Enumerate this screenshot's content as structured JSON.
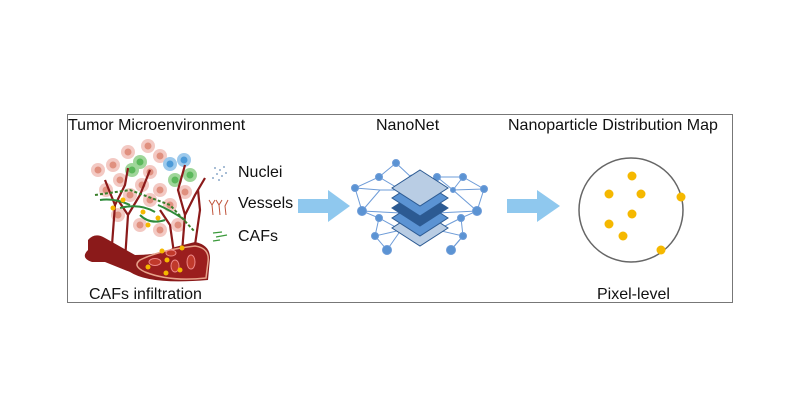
{
  "panels": {
    "left": {
      "title": "Tumor Microenvironment",
      "caption": "CAFs infiltration",
      "legend": [
        {
          "icon": "nuclei-icon",
          "label": "Nuclei"
        },
        {
          "icon": "vessels-icon",
          "label": "Vessels"
        },
        {
          "icon": "cafs-icon",
          "label": "CAFs"
        }
      ]
    },
    "middle": {
      "title": "NanoNet"
    },
    "right": {
      "title": "Nanoparticle Distribution Map",
      "caption": "Pixel-level"
    }
  },
  "colors": {
    "arrow": "#8fc8ee",
    "nanoparticle": "#f5b800",
    "network": "#5b93d3",
    "layer_light": "#b9cde4",
    "layer_mid": "#5b93d3",
    "layer_dark": "#2c5a92",
    "vessel": "#8b1a1a",
    "frame": "#777777"
  }
}
